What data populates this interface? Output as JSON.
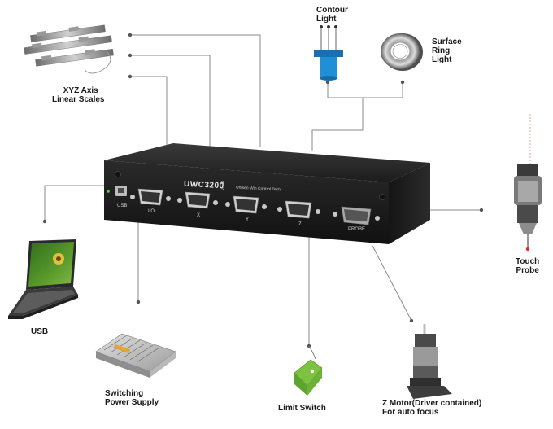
{
  "device": {
    "model": "UWC3200",
    "model_suffix_top": "R",
    "model_suffix_bottom": "S",
    "subtitle": "Unisen Win Control Tech",
    "ports": {
      "usb": "USB",
      "io": "I/O",
      "x": "X",
      "y": "Y",
      "z": "Z",
      "probe": "PROBE"
    }
  },
  "components": {
    "linear_scales": {
      "line1": "XYZ Axis",
      "line2": "Linear Scales"
    },
    "contour_light": {
      "line1": "Contour",
      "line2": "Light"
    },
    "ring_light": {
      "line1": "Surface",
      "line2": "Ring",
      "line3": "Light"
    },
    "laptop": {
      "label": "USB"
    },
    "touch_probe": {
      "line1": "Touch",
      "line2": "Probe"
    },
    "power_supply": {
      "line1": "Switching",
      "line2": "Power Supply"
    },
    "limit_switch": {
      "label": "Limit Switch"
    },
    "z_motor": {
      "line1": "Z  Motor(Driver contained)",
      "line2": "For auto focus"
    }
  },
  "colors": {
    "device_body": "#1e1e1e",
    "connector_line": "#8a8a8a",
    "contour_light_blue": "#1f8fd6",
    "limit_switch_green": "#7dc242",
    "laptop_screen_green": "#5a9a2c"
  }
}
